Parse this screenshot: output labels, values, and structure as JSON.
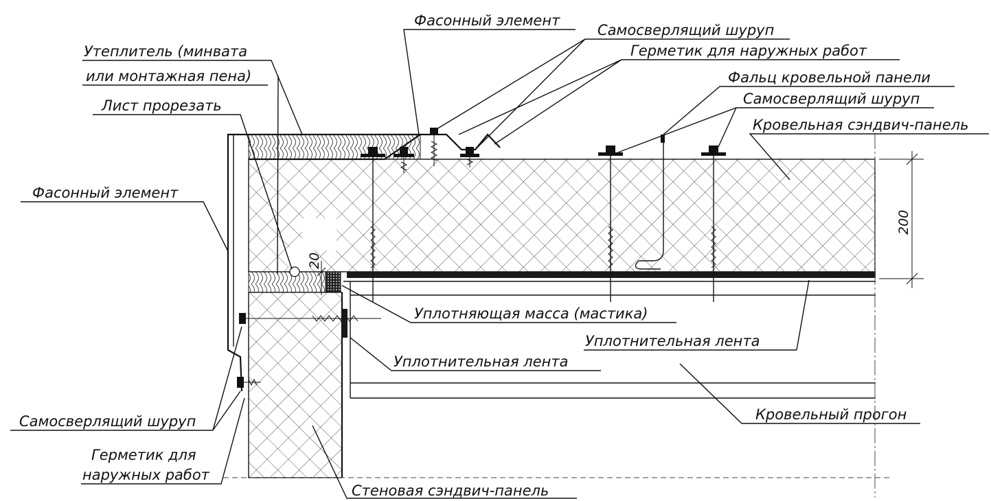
{
  "labels": {
    "fason_top": "Фасонный элемент",
    "screw_top1": "Самосверлящий шуруп",
    "sealant_top": "Герметик для наружных работ",
    "insulation_1": "Утеплитель (минвата",
    "insulation_2": "или монтажная пена)",
    "fold": "Фальц кровельной панели",
    "screw_top2": "Самосверлящий шуруп",
    "sheet_cut": "Лист прорезать",
    "roof_panel": "Кровельная сэндвич-панель",
    "fason_left": "Фасонный элемент",
    "sealing_mass": "Уплотняющая масса (мастика)",
    "sealing_tape_right": "Уплотнительная лента",
    "sealing_tape_left": "Уплотнительная лента",
    "purlin": "Кровельный прогон",
    "screw_left": "Самосверлящий шуруп",
    "sealant_left_1": "Герметик для",
    "sealant_left_2": "наружных работ",
    "wall_panel": "Стеновая сэндвич-панель"
  },
  "dimensions": {
    "panel_thickness": "200",
    "gap": "20"
  }
}
